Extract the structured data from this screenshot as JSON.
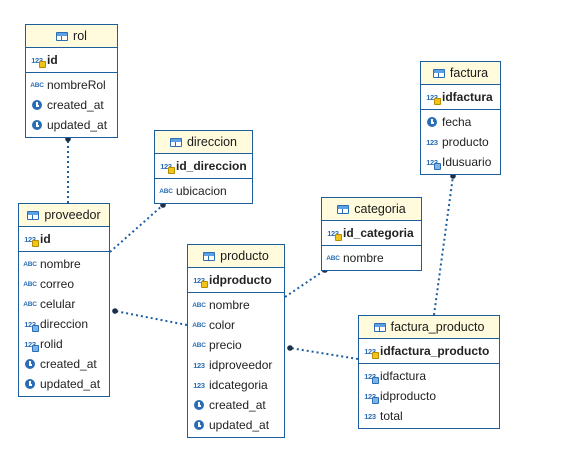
{
  "tables": [
    {
      "id": "rol",
      "title": "rol",
      "pk": [
        {
          "name": "id",
          "icon": "integer-key-icon"
        }
      ],
      "cols": [
        {
          "name": "nombreRol",
          "icon": "text-icon"
        },
        {
          "name": "created_at",
          "icon": "timestamp-icon"
        },
        {
          "name": "updated_at",
          "icon": "timestamp-icon"
        }
      ]
    },
    {
      "id": "direccion",
      "title": "direccion",
      "pk": [
        {
          "name": "id_direccion",
          "icon": "integer-key-icon"
        }
      ],
      "cols": [
        {
          "name": "ubicacion",
          "icon": "text-icon"
        }
      ]
    },
    {
      "id": "factura",
      "title": "factura",
      "pk": [
        {
          "name": "idfactura",
          "icon": "integer-key-icon"
        }
      ],
      "cols": [
        {
          "name": "fecha",
          "icon": "timestamp-icon"
        },
        {
          "name": "producto",
          "icon": "integer-icon"
        },
        {
          "name": "Idusuario",
          "icon": "integer-fk-icon"
        }
      ]
    },
    {
      "id": "proveedor",
      "title": "proveedor",
      "pk": [
        {
          "name": "id",
          "icon": "integer-key-icon"
        }
      ],
      "cols": [
        {
          "name": "nombre",
          "icon": "text-icon"
        },
        {
          "name": "correo",
          "icon": "text-icon"
        },
        {
          "name": "celular",
          "icon": "text-icon"
        },
        {
          "name": "direccion",
          "icon": "integer-fk-icon"
        },
        {
          "name": "rolid",
          "icon": "integer-fk-icon"
        },
        {
          "name": "created_at",
          "icon": "timestamp-icon"
        },
        {
          "name": "updated_at",
          "icon": "timestamp-icon"
        }
      ]
    },
    {
      "id": "categoria",
      "title": "categoria",
      "pk": [
        {
          "name": "id_categoria",
          "icon": "integer-key-icon"
        }
      ],
      "cols": [
        {
          "name": "nombre",
          "icon": "text-icon"
        }
      ]
    },
    {
      "id": "producto",
      "title": "producto",
      "pk": [
        {
          "name": "idproducto",
          "icon": "integer-key-icon"
        }
      ],
      "cols": [
        {
          "name": "nombre",
          "icon": "text-icon"
        },
        {
          "name": "color",
          "icon": "text-icon"
        },
        {
          "name": "precio",
          "icon": "text-icon"
        },
        {
          "name": "idproveedor",
          "icon": "integer-icon"
        },
        {
          "name": "idcategoria",
          "icon": "integer-icon"
        },
        {
          "name": "created_at",
          "icon": "timestamp-icon"
        },
        {
          "name": "updated_at",
          "icon": "timestamp-icon"
        }
      ]
    },
    {
      "id": "factura_producto",
      "title": "factura_producto",
      "pk": [
        {
          "name": "idfactura_producto",
          "icon": "integer-key-icon"
        }
      ],
      "cols": [
        {
          "name": "idfactura",
          "icon": "integer-fk-icon"
        },
        {
          "name": "idproducto",
          "icon": "integer-fk-icon"
        },
        {
          "name": "total",
          "icon": "integer-icon"
        }
      ]
    }
  ],
  "relations": [
    {
      "from": "proveedor",
      "to": "rol"
    },
    {
      "from": "proveedor",
      "to": "direccion"
    },
    {
      "from": "producto",
      "to": "proveedor"
    },
    {
      "from": "producto",
      "to": "categoria"
    },
    {
      "from": "factura_producto",
      "to": "factura"
    },
    {
      "from": "factura_producto",
      "to": "producto"
    }
  ],
  "colors": {
    "border": "#1c5d9e",
    "header_bg": "#fffbdc",
    "link": "#1c5d9e",
    "icon": "#2a6db5"
  }
}
